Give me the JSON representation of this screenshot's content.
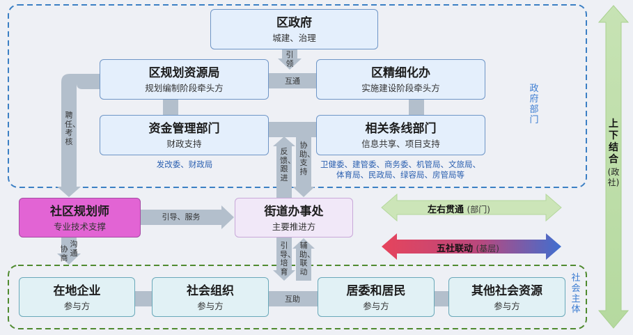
{
  "top_box": {
    "title": "区政府",
    "sub": "城建、治理"
  },
  "planning_bureau": {
    "title": "区规划资源局",
    "sub": "规划编制阶段牵头方"
  },
  "refinement_office": {
    "title": "区精细化办",
    "sub": "实施建设阶段牵头方"
  },
  "fund_dept": {
    "title": "资金管理部门",
    "sub": "财政支持"
  },
  "line_dept": {
    "title": "相关条线部门",
    "sub": "信息共享、项目支持"
  },
  "fund_members": "发改委、财政局",
  "line_members": [
    "卫健委、建管委、商务委、机管局、文旅局、",
    "体育局、民政局、绿容局、房管局等"
  ],
  "gov_group_label": "政府部门",
  "planner": {
    "title": "社区规划师",
    "sub": "专业技术支撑"
  },
  "street_office": {
    "title": "街道办事处",
    "sub": "主要推进方"
  },
  "society": [
    {
      "title": "在地企业",
      "sub": "参与方"
    },
    {
      "title": "社会组织",
      "sub": "参与方"
    },
    {
      "title": "居委和居民",
      "sub": "参与方"
    },
    {
      "title": "其他社会资源",
      "sub": "参与方"
    }
  ],
  "society_group_label": "社会主体",
  "labels": {
    "lead": "引领",
    "interop_top": "互通",
    "hire": "聘任、考核",
    "feedback": "反馈、跟进",
    "assist_support": "协助、支持",
    "guide_service": "引导、服务",
    "communicate": "沟通",
    "negotiate": "协商",
    "guide_cultivate": "引导、培育",
    "assist_link": "辅助、联动",
    "mutual_help": "互助"
  },
  "horizontal": {
    "title": "左右贯通",
    "note": "(部门)"
  },
  "five_society": {
    "title": "五社联动",
    "note": "(基层)"
  },
  "vertical": {
    "title": "上下结合",
    "note": "(政社)"
  },
  "colors": {
    "gov_border": "#3b7fc4",
    "society_border": "#4f8a2f",
    "connector": "#b3bfcc",
    "green_arrow": "#cce5b8",
    "red_blue_start": "#e6445c",
    "red_blue_end": "#3f6fd0"
  }
}
